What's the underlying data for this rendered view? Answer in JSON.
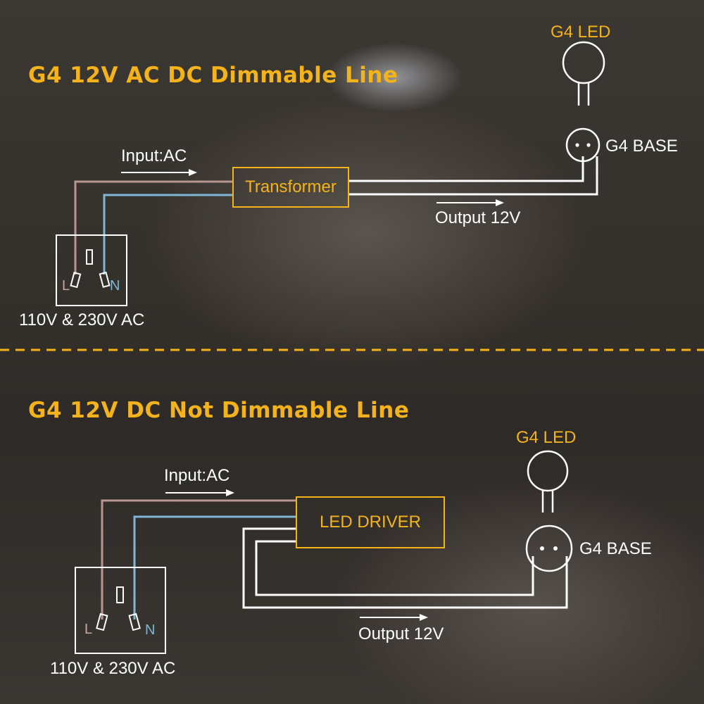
{
  "top_section": {
    "title": "G4 12V AC DC Dimmable  Line",
    "input_label": "Input:AC",
    "box_label": "Transformer",
    "output_label": "Output 12V",
    "led_label": "G4 LED",
    "base_label": "G4 BASE",
    "outlet_label": "110V & 230V AC",
    "outlet_L": "L",
    "outlet_N": "N"
  },
  "bottom_section": {
    "title": "G4 12V DC Not Dimmable Line",
    "input_label": "Input:AC",
    "box_label": "LED DRIVER",
    "output_label": "Output 12V",
    "led_label": "G4 LED",
    "base_label": "G4 BASE",
    "outlet_label": "110V & 230V AC",
    "outlet_L": "L",
    "outlet_N": "N"
  },
  "colors": {
    "accent_yellow": "#f4b31b",
    "live_wire": "#b89591",
    "neutral_wire": "#7fb6d4",
    "output_wire": "#ffffff"
  }
}
